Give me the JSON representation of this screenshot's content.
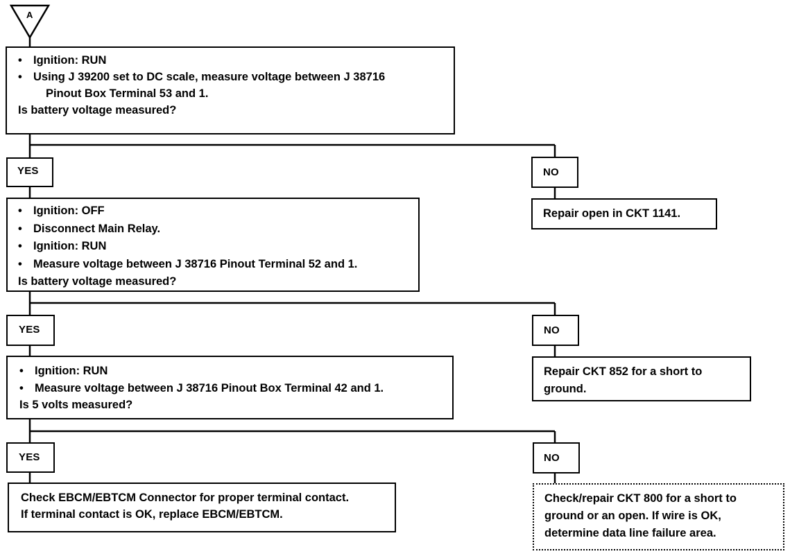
{
  "start_marker": "A",
  "step1": {
    "bullets": [
      "Ignition:  RUN",
      "Using J 39200 set to DC scale, measure voltage between J 38716"
    ],
    "continuation": "Pinout Box Terminal 53 and 1.",
    "question": "Is battery voltage measured?"
  },
  "step1_yes": "YES",
  "step1_no": "NO",
  "step1_no_action": "Repair open in CKT 1141.",
  "step2": {
    "bullets": [
      "Ignition:  OFF",
      "Disconnect Main Relay.",
      "Ignition:  RUN",
      "Measure voltage between J 38716 Pinout Terminal 52 and 1."
    ],
    "question": "Is battery voltage measured?"
  },
  "step2_yes": "YES",
  "step2_no": "NO",
  "step2_no_action": [
    "Repair CKT 852 for a short to",
    "ground."
  ],
  "step3": {
    "bullets": [
      "Ignition:  RUN",
      "Measure voltage between J 38716 Pinout Box Terminal 42 and 1."
    ],
    "question": "Is 5 volts measured?"
  },
  "step3_yes": "YES",
  "step3_no": "NO",
  "step3_yes_action": [
    "Check EBCM/EBTCM Connector for proper terminal contact.",
    "If terminal contact is OK, replace EBCM/EBTCM."
  ],
  "step3_no_action": [
    "Check/repair CKT 800 for a short to",
    "ground or an open. If wire is OK,",
    "determine data  line failure area."
  ]
}
